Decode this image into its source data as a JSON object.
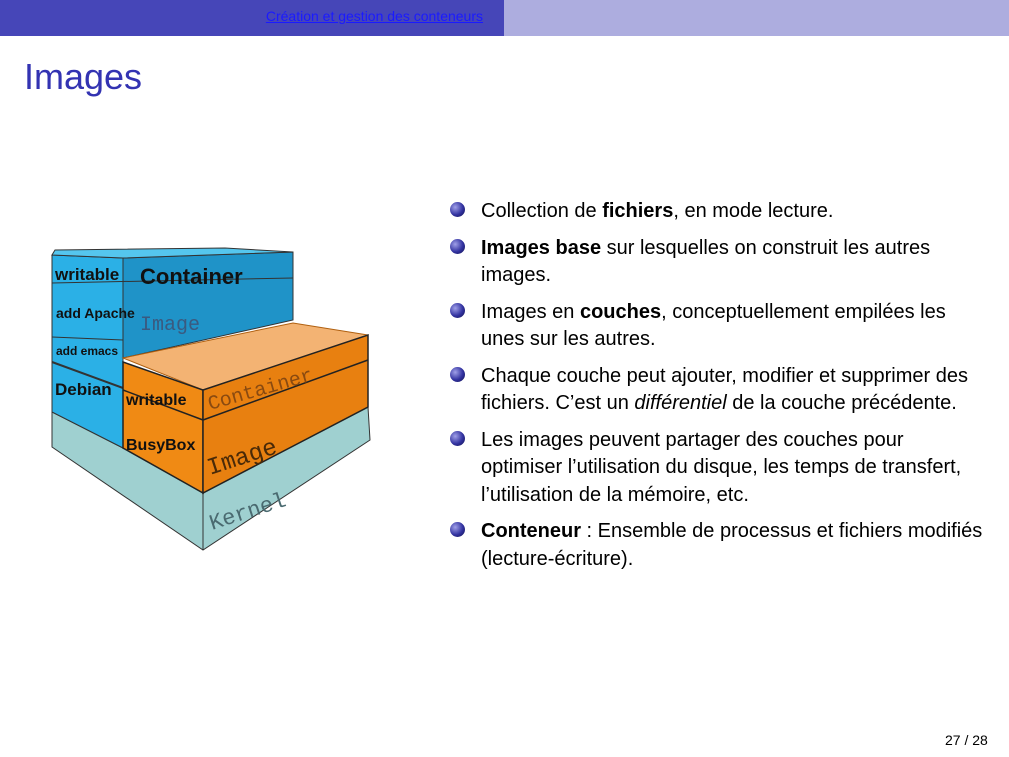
{
  "header": {
    "section_link": "Création et gestion des conteneurs"
  },
  "title": "Images",
  "figure": {
    "labels": {
      "writable_1": "writable",
      "container_1": "Container",
      "add_apache": "add Apache",
      "image_1": "Image",
      "add_emacs": "add emacs",
      "debian": "Debian",
      "writable_2": "writable",
      "container_2": "Container",
      "busybox": "BusyBox",
      "image_2": "Image",
      "kernel": "Kernel"
    }
  },
  "bullets": [
    [
      {
        "t": "Collection de "
      },
      {
        "t": "fichiers",
        "b": true
      },
      {
        "t": ", en mode lecture."
      }
    ],
    [
      {
        "t": "Images base",
        "b": true
      },
      {
        "t": " sur lesquelles on construit les autres images."
      }
    ],
    [
      {
        "t": "Images en "
      },
      {
        "t": "couches",
        "b": true
      },
      {
        "t": ", conceptuellement empilées les unes sur les autres."
      }
    ],
    [
      {
        "t": "Chaque couche peut ajouter, modifier et supprimer des fichiers. C’est un "
      },
      {
        "t": "différentiel",
        "i": true
      },
      {
        "t": " de la couche précédente."
      }
    ],
    [
      {
        "t": "Les images peuvent partager des couches pour optimiser l’utilisation du disque, les temps de transfert, l’utilisation de la mémoire, etc."
      }
    ],
    [
      {
        "t": "Conteneur",
        "b": true
      },
      {
        "t": " : Ensemble de processus et fichiers modifiés  (lecture-écriture)."
      }
    ]
  ],
  "footer": {
    "page": "27 / 28"
  }
}
